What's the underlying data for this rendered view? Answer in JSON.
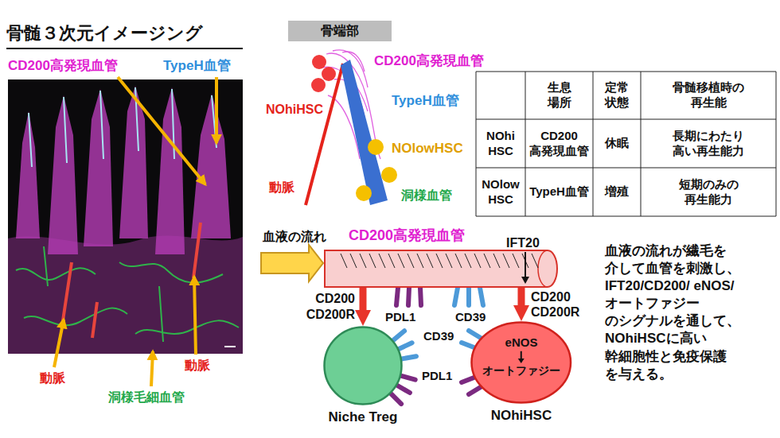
{
  "diagram": {
    "title": "骨髄３次元イメージング",
    "nodes": [
      {
        "text": [
          "骨端部"
        ]
      },
      {
        "text": [
          "CD200高発現血管"
        ]
      },
      {
        "text": [
          "Niche Treg"
        ]
      },
      {
        "text": [
          "eNOS",
          "オートファジー",
          "NOhiHSC"
        ]
      }
    ],
    "edges": [
      {
        "from": 1,
        "to": 2,
        "label": "CD200 CD200R",
        "arrow": "to"
      },
      {
        "from": 1,
        "to": 3,
        "label": "CD200 CD200R",
        "arrow": "to"
      }
    ],
    "labels": [
      "CD200高発現血管",
      "TypeH血管",
      "動脈",
      "洞様毛細血管",
      "動脈",
      "CD200高発現血管",
      "NOhiHSC",
      "TypeH血管",
      "NOlowHSC",
      "動脈",
      "洞様血管",
      "生息 場所",
      "定常 状態",
      "骨髄移植時の 再生能",
      "NOhi HSC",
      "CD200 高発現血管",
      "休眠",
      "長期にわたり 高い再生能力",
      "NOlow HSC",
      "TypeH血管",
      "増殖",
      "短期のみの 再生能力",
      "血液の流れ",
      "IFT20",
      "PDL1",
      "CD39",
      "CD39",
      "PDL1",
      "血液の流れが繊毛を 介して血管を刺激し、 IFT20/CD200/ eNOS/オートファジー のシグナルを通して、 NOhiHSCに高い 幹細胞性と免疫保護 を与える。"
    ]
  }
}
